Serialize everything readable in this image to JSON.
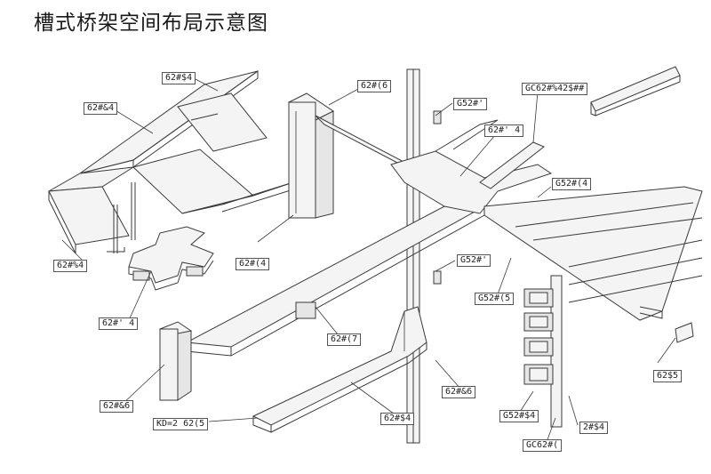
{
  "title": "槽式桥架空间布局示意图",
  "labels": [
    {
      "id": "l1",
      "text": "62#$4"
    },
    {
      "id": "l2",
      "text": "62#&4"
    },
    {
      "id": "l3",
      "text": "62#(6"
    },
    {
      "id": "l4",
      "text": "G52#'"
    },
    {
      "id": "l5",
      "text": "GC62#%42$##"
    },
    {
      "id": "l6",
      "text": "62#' 4"
    },
    {
      "id": "l7",
      "text": "G52#(4"
    },
    {
      "id": "l8",
      "text": "62#%4"
    },
    {
      "id": "l9",
      "text": "62#(4"
    },
    {
      "id": "l10",
      "text": "G52#'"
    },
    {
      "id": "l11",
      "text": "G52#(5"
    },
    {
      "id": "l12",
      "text": "62#' 4"
    },
    {
      "id": "l13",
      "text": "62#(7"
    },
    {
      "id": "l14",
      "text": "62#&6"
    },
    {
      "id": "l15",
      "text": "62#&6"
    },
    {
      "id": "l16",
      "text": "KD=2 62(5"
    },
    {
      "id": "l17",
      "text": "62#$4"
    },
    {
      "id": "l18",
      "text": "G52#$4"
    },
    {
      "id": "l19",
      "text": "2#$4"
    },
    {
      "id": "l20",
      "text": "GC62#("
    },
    {
      "id": "l21",
      "text": "62$5"
    }
  ]
}
